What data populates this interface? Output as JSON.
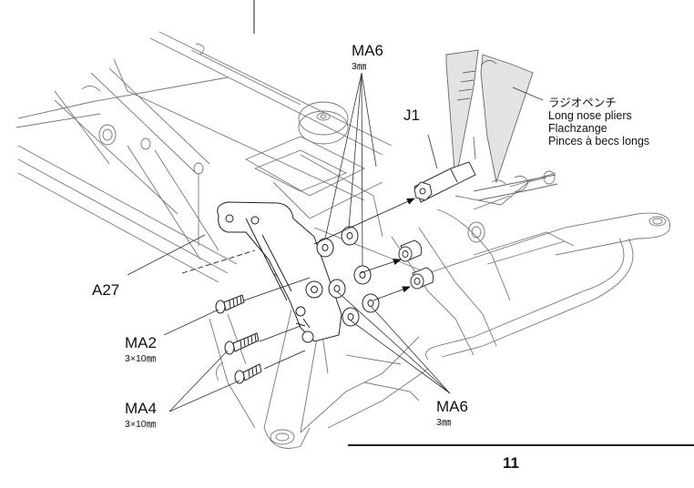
{
  "page": {
    "number": "11"
  },
  "parts": {
    "ma6_top": {
      "code": "MA6",
      "spec": "3㎜"
    },
    "j1": {
      "code": "J1"
    },
    "a27": {
      "code": "A27"
    },
    "ma2": {
      "code": "MA2",
      "spec": "3×10㎜"
    },
    "ma4": {
      "code": "MA4",
      "spec": "3×10㎜"
    },
    "ma6_bottom": {
      "code": "MA6",
      "spec": "3㎜"
    }
  },
  "tool": {
    "name_ja": "ラジオペンチ",
    "name_en": "Long nose pliers",
    "name_de": "Flachzange",
    "name_fr": "Pinces à becs longs"
  },
  "colors": {
    "line": "#555555",
    "leader": "#333333",
    "pliers_fill": "#e6e6e6",
    "arrow": "#111111"
  }
}
